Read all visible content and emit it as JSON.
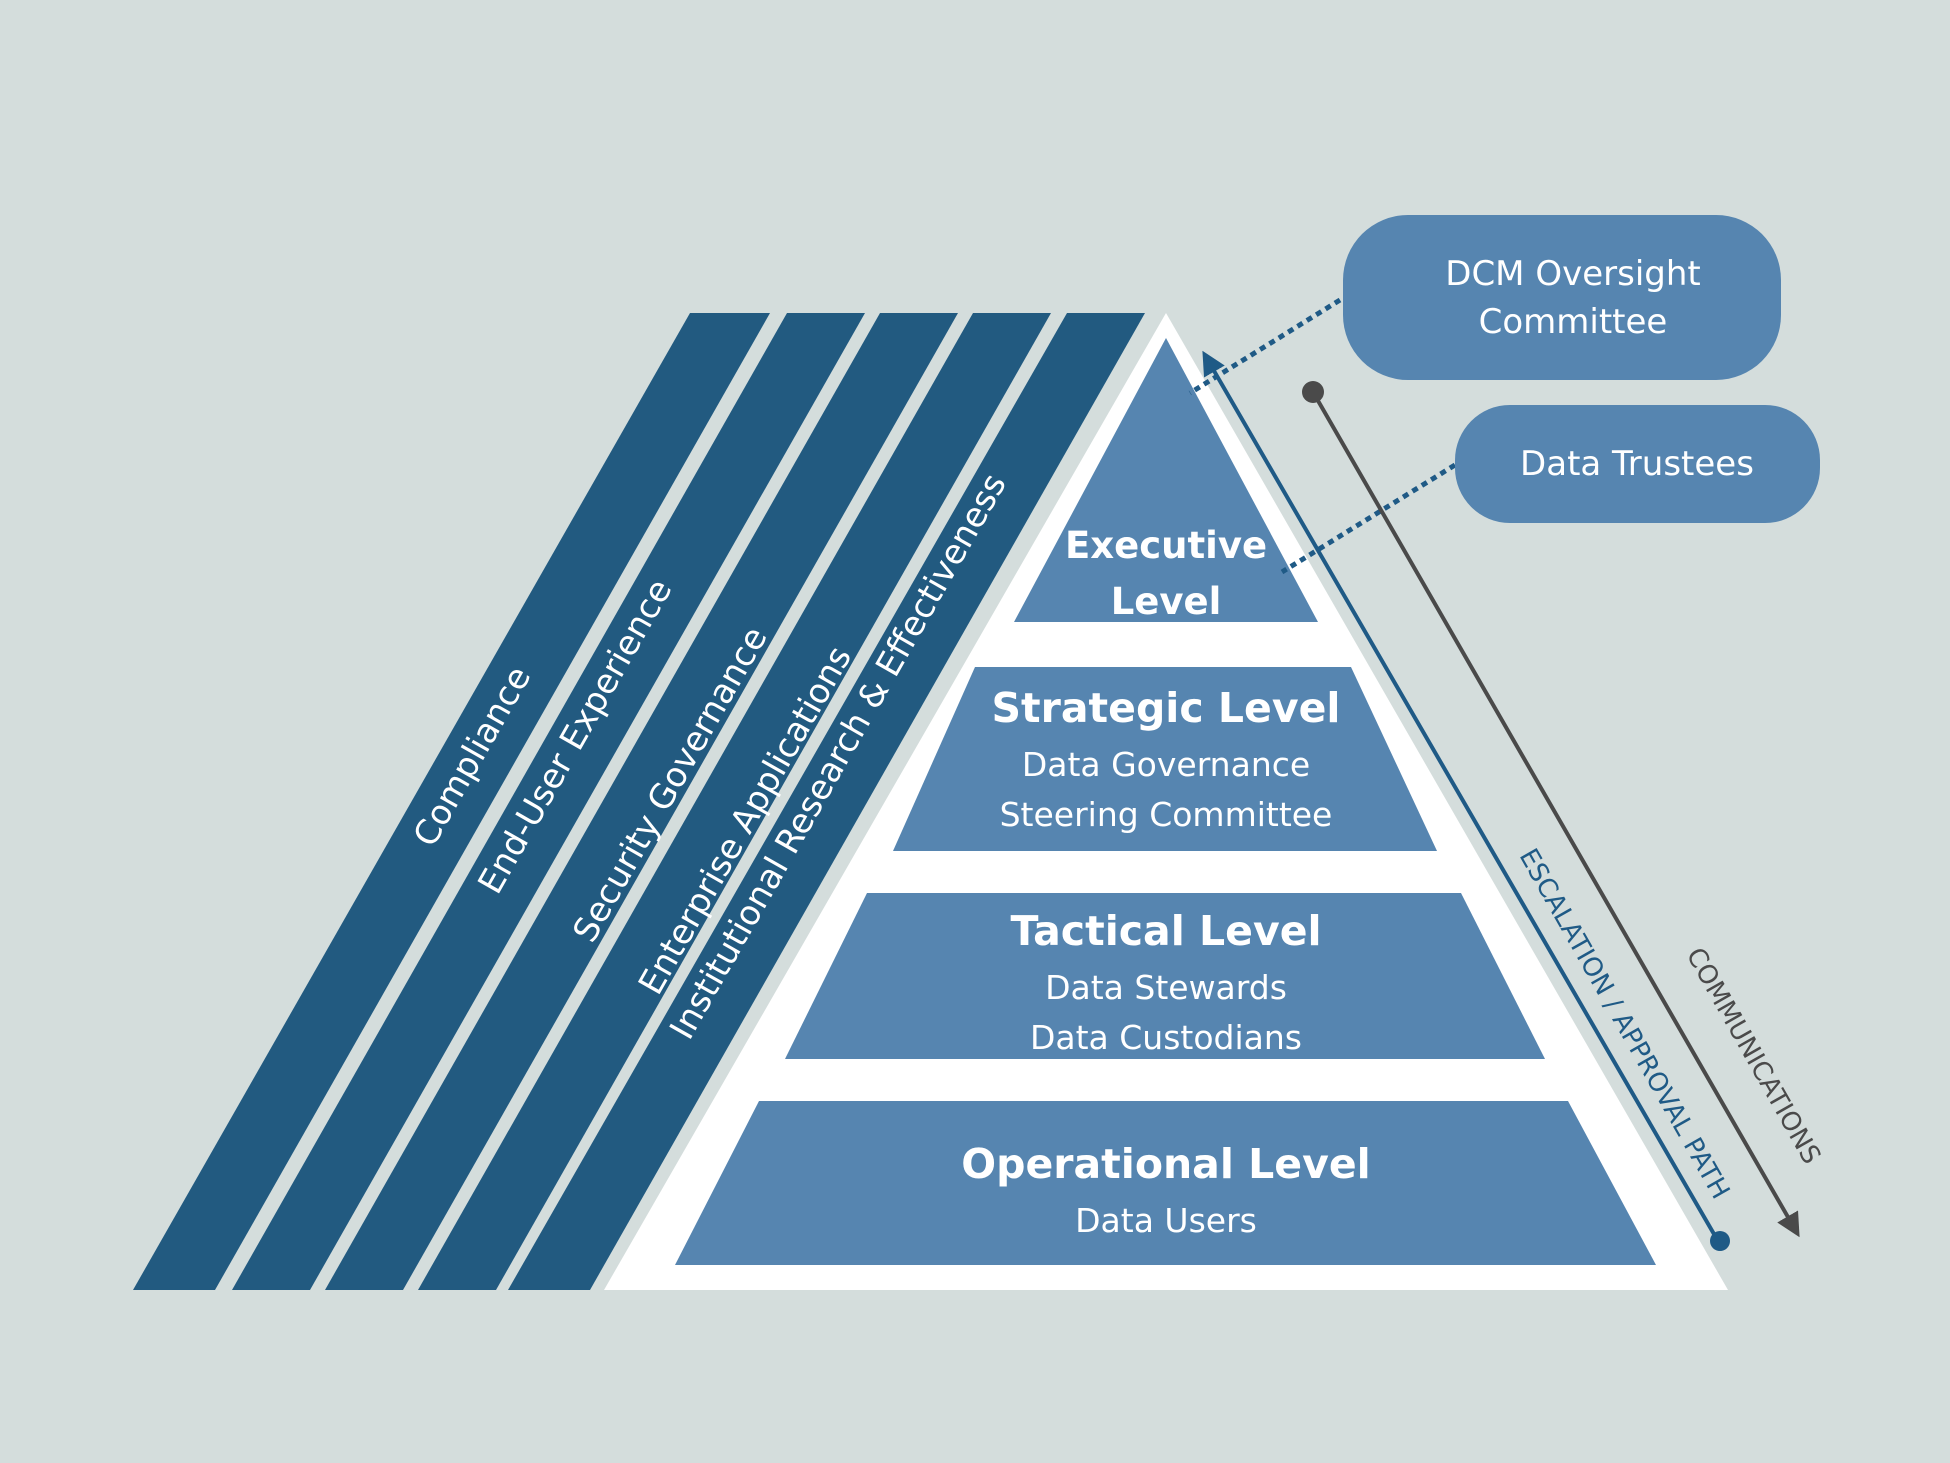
{
  "colors": {
    "background": "#d4dddc",
    "band": "#225a80",
    "tier": "#5685b0",
    "pyramid": "#ffffff",
    "escalation": "#1f5a86",
    "communications": "#4a4a4a",
    "text": "#ffffff"
  },
  "bands": [
    {
      "label": "Compliance"
    },
    {
      "label": "End-User Experience"
    },
    {
      "label": "Security Governance"
    },
    {
      "label": "Enterprise Applications"
    },
    {
      "label": "Institutional Research & Effectiveness"
    }
  ],
  "levels": [
    {
      "title_line1": "Executive",
      "title_line2": "Level"
    },
    {
      "title": "Strategic Level",
      "sub1": "Data Governance",
      "sub2": "Steering Committee"
    },
    {
      "title": "Tactical Level",
      "sub1": "Data Stewards",
      "sub2": "Data Custodians"
    },
    {
      "title": "Operational Level",
      "sub1": "Data Users"
    }
  ],
  "callouts": [
    {
      "line1": "DCM Oversight",
      "line2": "Committee"
    },
    {
      "line1": "Data Trustees"
    }
  ],
  "paths": {
    "escalation": "ESCALATION / APPROVAL PATH",
    "communications": "COMMUNICATIONS"
  }
}
